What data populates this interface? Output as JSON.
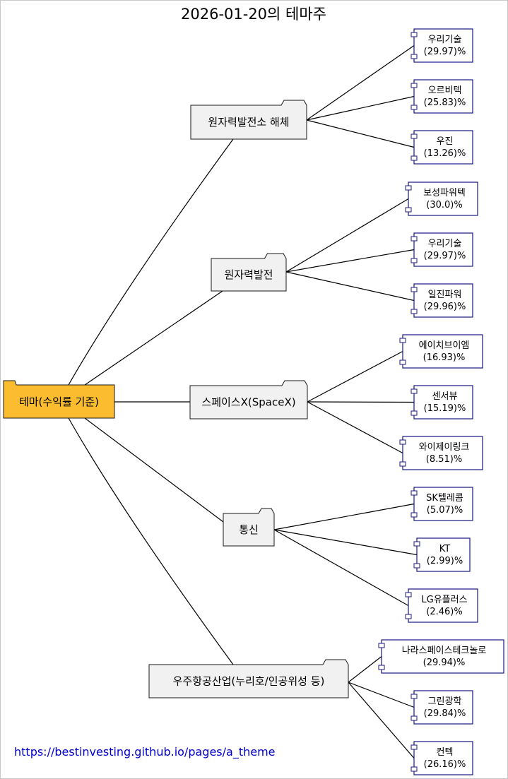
{
  "title": "2026-01-20의 테마주",
  "root": {
    "label": "테마(수익률 기준)",
    "color": "#fcbc30"
  },
  "themes": [
    {
      "label": "원자력발전소 해체",
      "stocks": [
        {
          "name": "우리기술",
          "return": "(29.97)%"
        },
        {
          "name": "오르비텍",
          "return": "(25.83)%"
        },
        {
          "name": "우진",
          "return": "(13.26)%"
        }
      ]
    },
    {
      "label": "원자력발전",
      "stocks": [
        {
          "name": "보성파워텍",
          "return": "(30.0)%"
        },
        {
          "name": "우리기술",
          "return": "(29.97)%"
        },
        {
          "name": "일진파워",
          "return": "(29.96)%"
        }
      ]
    },
    {
      "label": "스페이스X(SpaceX)",
      "stocks": [
        {
          "name": "에이치브이엠",
          "return": "(16.93)%"
        },
        {
          "name": "센서뷰",
          "return": "(15.19)%"
        },
        {
          "name": "와이제이링크",
          "return": "(8.51)%"
        }
      ]
    },
    {
      "label": "통신",
      "stocks": [
        {
          "name": "SK텔레콤",
          "return": "(5.07)%"
        },
        {
          "name": "KT",
          "return": "(2.99)%"
        },
        {
          "name": "LG유플러스",
          "return": "(2.46)%"
        }
      ]
    },
    {
      "label": "우주항공산업(누리호/인공위성 등)",
      "stocks": [
        {
          "name": "나라스페이스테크놀로",
          "return": "(29.94)%"
        },
        {
          "name": "그린광학",
          "return": "(29.84)%"
        },
        {
          "name": "컨텍",
          "return": "(26.16)%"
        }
      ]
    }
  ],
  "footer": {
    "url": "https://bestinvesting.github.io/pages/a_theme"
  }
}
